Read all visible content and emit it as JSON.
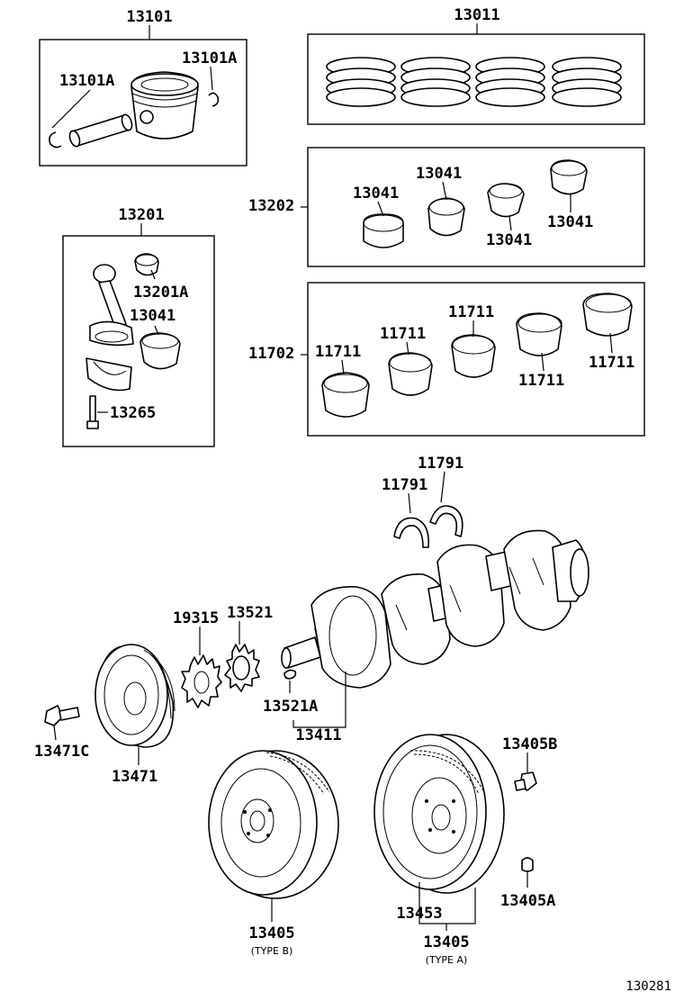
{
  "labels": {
    "piston": "13101",
    "piston_pin": "13101A",
    "snap_ring": "13101A",
    "ring_set": "13011",
    "conrod_bearing_set": "13202",
    "conrod_bearing_1": "13041",
    "conrod_bearing_2": "13041",
    "conrod_bearing_3": "13041",
    "conrod_bearing_4": "13041",
    "conrod": "13201",
    "conrod_bush": "13201A",
    "conrod_bearing_single": "13041",
    "conrod_bolt": "13265",
    "main_bearing_set": "11702",
    "main_bearing_1": "11711",
    "main_bearing_2": "11711",
    "main_bearing_3": "11711",
    "main_bearing_4": "11711",
    "main_bearing_5": "11711",
    "thrust_washer_1": "11791",
    "thrust_washer_2": "11791",
    "pulser": "19315",
    "crank_gear": "13521",
    "crank_key": "13521A",
    "crankshaft": "13411",
    "pulley_bolt": "13471C",
    "pulley": "13471",
    "flywheel_bolt": "13405B",
    "flywheel_pin": "13405A",
    "ring_gear": "13453",
    "flywheel_b": "13405",
    "flywheel_a": "13405",
    "type_b": "(TYPE B)",
    "type_a": "(TYPE A)",
    "figure_id": "130281"
  }
}
